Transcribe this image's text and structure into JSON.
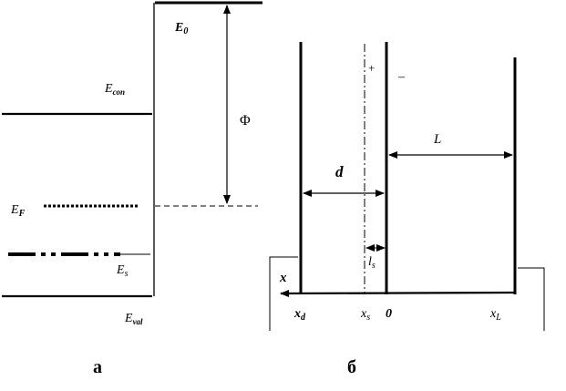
{
  "panel_a": {
    "caption": "а",
    "E0": "E",
    "E0_sub": "0",
    "Econ": "E",
    "Econ_sub": "con",
    "Phi": "Φ",
    "EF": "E",
    "EF_sub": "F",
    "Es": "E",
    "Es_sub": "s",
    "Eval": "E",
    "Eval_sub": "val"
  },
  "panel_b": {
    "caption": "б",
    "plus": "+",
    "minus": "–",
    "L": "L",
    "d": "d",
    "ls": "l",
    "ls_sub": "s",
    "x_axis": "x",
    "xd": "x",
    "xd_sub": "d",
    "xs": "x",
    "xs_sub": "s",
    "zero": "0",
    "xL": "x",
    "xL_sub": "L"
  }
}
